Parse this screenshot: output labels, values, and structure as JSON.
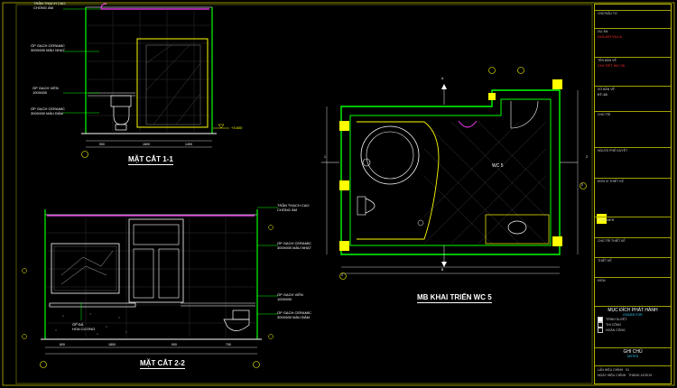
{
  "views": {
    "section_1": {
      "title": "MẶT CẮT 1-1",
      "ceiling_note": [
        "TRẦN THẠCH CAO",
        "CHỐNG ẨM"
      ],
      "tile_upper": [
        "ỐP GẠCH CERAMIC",
        "300X600 MÀU NHẠT"
      ],
      "border_tile": [
        "ỐP GẠCH VIỀN",
        "100X600"
      ],
      "tile_lower": [
        "ỐP GẠCH CERAMIC",
        "300X600 MÀU ĐẬM"
      ],
      "level": "+3.600",
      "dims": [
        "900",
        "1600",
        "1400"
      ]
    },
    "section_2": {
      "title": "MẶT CẮT 2-2",
      "ceiling_note": [
        "TRẦN THẠCH CAO",
        "CHỐNG ẨM"
      ],
      "tile_upper": [
        "ỐP GẠCH CERAMIC",
        "300X600 MÀU NHẠT"
      ],
      "border_tile": [
        "ỐP GẠCH VIỀN",
        "100X600"
      ],
      "tile_lower": [
        "ỐP GẠCH CERAMIC",
        "300X600 MÀU ĐẬM"
      ],
      "stone": [
        "ỐP ĐÁ",
        "HOA CƯƠNG"
      ],
      "dims": [
        "600",
        "1800",
        "900",
        "700"
      ]
    },
    "plan": {
      "title": "MB KHAI TRIỂN WC 5",
      "room_label": "WC 5",
      "markers": [
        "A",
        "B",
        "1",
        "2",
        "2",
        "1"
      ]
    }
  },
  "title_block": {
    "rows": [
      {
        "label": "CHỦ ĐẦU TƯ",
        "value": ""
      },
      {
        "label": "DỰ ÁN",
        "value": "DOLASTVILLA"
      },
      {
        "label": "TÊN BẢN VẼ",
        "value": "CHI TIẾT WC 05"
      },
      {
        "label": "SỐ BẢN VẼ",
        "value": "KT-16"
      },
      {
        "label": "CHỦ TRÌ",
        "value": ""
      },
      {
        "label": "NGƯỜI PHÊ DUYỆT",
        "value": ""
      },
      {
        "label": "ĐƠN VỊ THIẾT KẾ",
        "value": ""
      },
      {
        "label": "DESIGNER",
        "value": ""
      },
      {
        "label": "CHỦ TRÌ THIẾT KẾ",
        "value": ""
      },
      {
        "label": "THIẾT KẾ",
        "value": ""
      },
      {
        "label": "KIỂM",
        "value": ""
      }
    ],
    "purpose_title": "MỤC ĐÍCH PHÁT HÀNH",
    "purpose_sub": "ISSUED FOR",
    "purpose_items": [
      {
        "label": "TRÌNH DUYỆT",
        "checked": true
      },
      {
        "label": "THI CÔNG",
        "checked": false
      },
      {
        "label": "HOÀN CÔNG",
        "checked": false
      }
    ],
    "notes_title": "GHI CHÚ",
    "notes_sub": "NOTES",
    "footer": [
      {
        "label": "LẦN HIỆU CHỈNH",
        "value": "01"
      },
      {
        "label": "NGÀY HIỆU CHỈNH",
        "value": "THÁNG 12/2019"
      }
    ],
    "colors": {
      "frame": "#b8b800",
      "accent": "#ff3030",
      "cyan": "#30d0ff"
    }
  }
}
